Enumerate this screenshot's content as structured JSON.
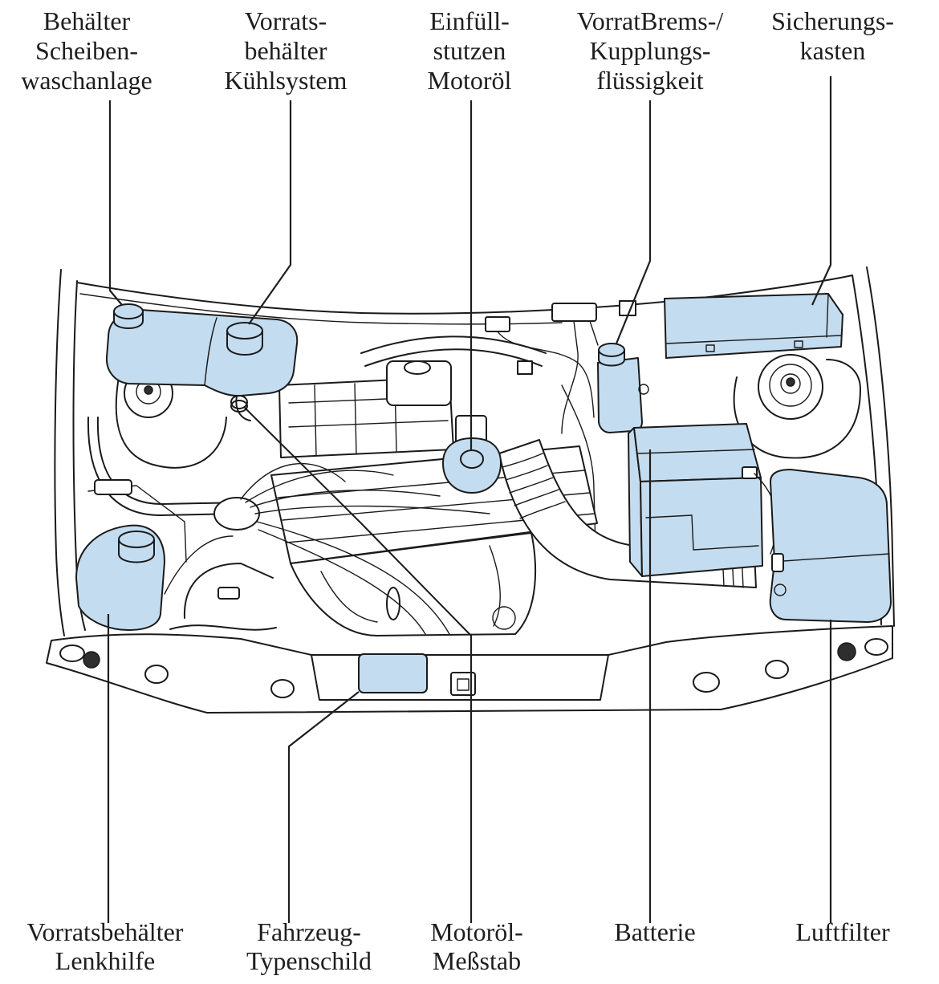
{
  "colors": {
    "highlight": "#c4dcef",
    "line": "#1a1a1a",
    "background": "#ffffff"
  },
  "labels": {
    "washer_reservoir": [
      "Behälter",
      "Scheiben-",
      "waschanlage"
    ],
    "coolant_reservoir": [
      "Vorrats-",
      "behälter",
      "Kühlsystem"
    ],
    "oil_filler": [
      "Einfüll-",
      "stutzen",
      "Motoröl"
    ],
    "brake_clutch_fluid": [
      "VorratBrems-/",
      "Kupplungs-",
      "flüssigkeit"
    ],
    "fuse_box": [
      "Sicherungs-",
      "kasten"
    ],
    "power_steering_reservoir": [
      "Vorratsbehälter",
      "Lenkhilfe"
    ],
    "type_plate": [
      "Fahrzeug-",
      "Typenschild"
    ],
    "oil_dipstick": [
      "Motoröl-",
      "Meßstab"
    ],
    "battery": [
      "Batterie"
    ],
    "air_filter": [
      "Luftfilter"
    ]
  }
}
